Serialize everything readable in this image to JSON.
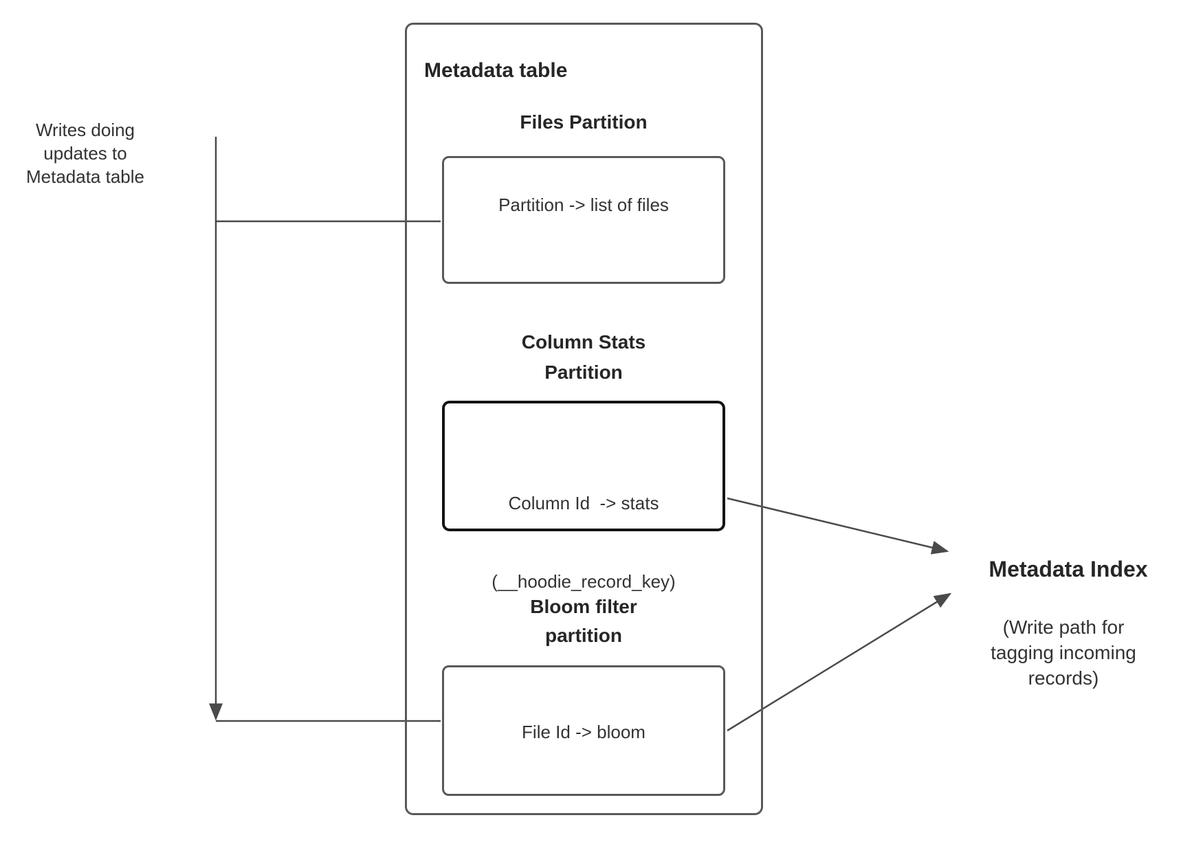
{
  "diagram": {
    "writes_note": {
      "line1": "Writes doing",
      "line2": "updates to",
      "line3": "Metadata table"
    },
    "metadata_table": {
      "title": "Metadata table",
      "files_partition": {
        "heading": "Files Partition",
        "body": "Partition -> list of files"
      },
      "column_stats_partition": {
        "heading_line1": "Column Stats",
        "heading_line2": "Partition",
        "body_line1": "Column Id  -> stats",
        "body_line2": "(__hoodie_record_key)"
      },
      "bloom_filter_partition": {
        "heading_line1": "Bloom filter",
        "heading_line2": "partition",
        "body": "File Id -> bloom"
      }
    },
    "metadata_index": {
      "title": "Metadata Index",
      "caption_line1": "(Write path for",
      "caption_line2": "tagging incoming",
      "caption_line3": "records)"
    }
  },
  "colors": {
    "background": "#ffffff",
    "connector_line": "#4a4a4a",
    "box_border": "#595959",
    "emphasis_box_border": "#141414",
    "heading_text": "#262626",
    "body_text": "#333333"
  }
}
